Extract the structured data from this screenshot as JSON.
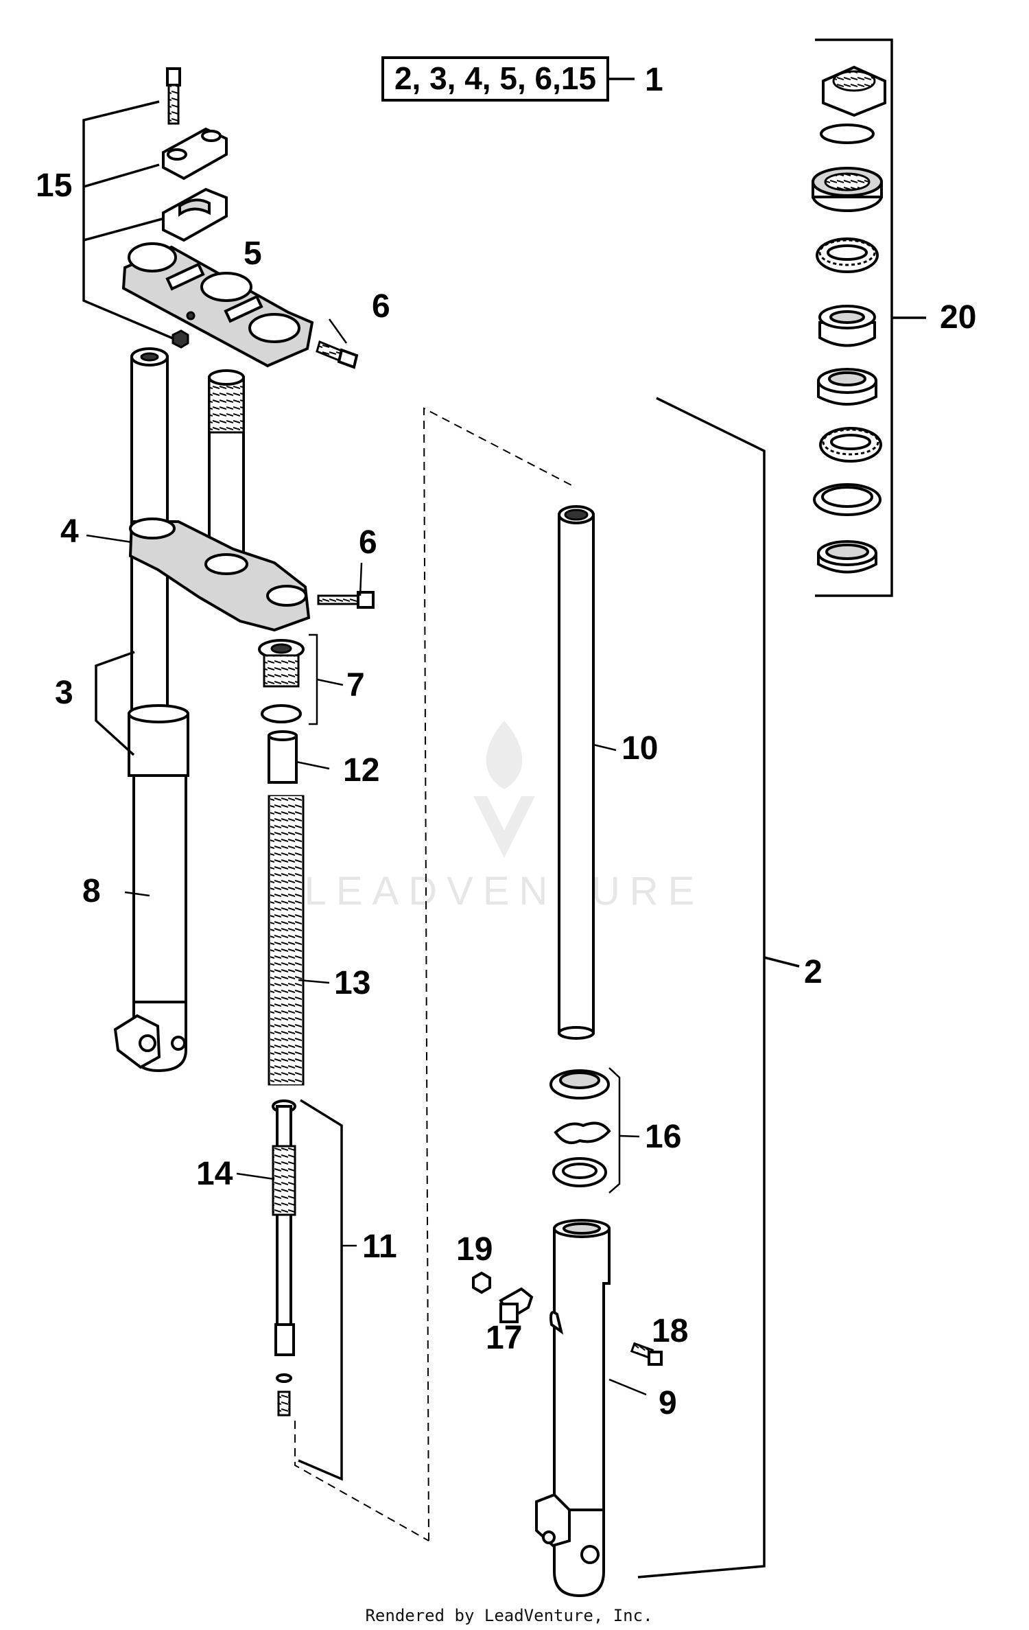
{
  "diagram": {
    "group_box_label": "2, 3, 4, 5, 6,15",
    "footer": "Rendered by LeadVenture, Inc.",
    "watermark": "LEADVENTURE",
    "callouts": [
      {
        "id": "1",
        "text": "1"
      },
      {
        "id": "2",
        "text": "2"
      },
      {
        "id": "3",
        "text": "3"
      },
      {
        "id": "4",
        "text": "4"
      },
      {
        "id": "5",
        "text": "5"
      },
      {
        "id": "6a",
        "text": "6"
      },
      {
        "id": "6b",
        "text": "6"
      },
      {
        "id": "7",
        "text": "7"
      },
      {
        "id": "8",
        "text": "8"
      },
      {
        "id": "9",
        "text": "9"
      },
      {
        "id": "10",
        "text": "10"
      },
      {
        "id": "11",
        "text": "11"
      },
      {
        "id": "12",
        "text": "12"
      },
      {
        "id": "13",
        "text": "13"
      },
      {
        "id": "14",
        "text": "14"
      },
      {
        "id": "15",
        "text": "15"
      },
      {
        "id": "16",
        "text": "16"
      },
      {
        "id": "17",
        "text": "17"
      },
      {
        "id": "18",
        "text": "18"
      },
      {
        "id": "19",
        "text": "19"
      },
      {
        "id": "20",
        "text": "20"
      }
    ]
  }
}
